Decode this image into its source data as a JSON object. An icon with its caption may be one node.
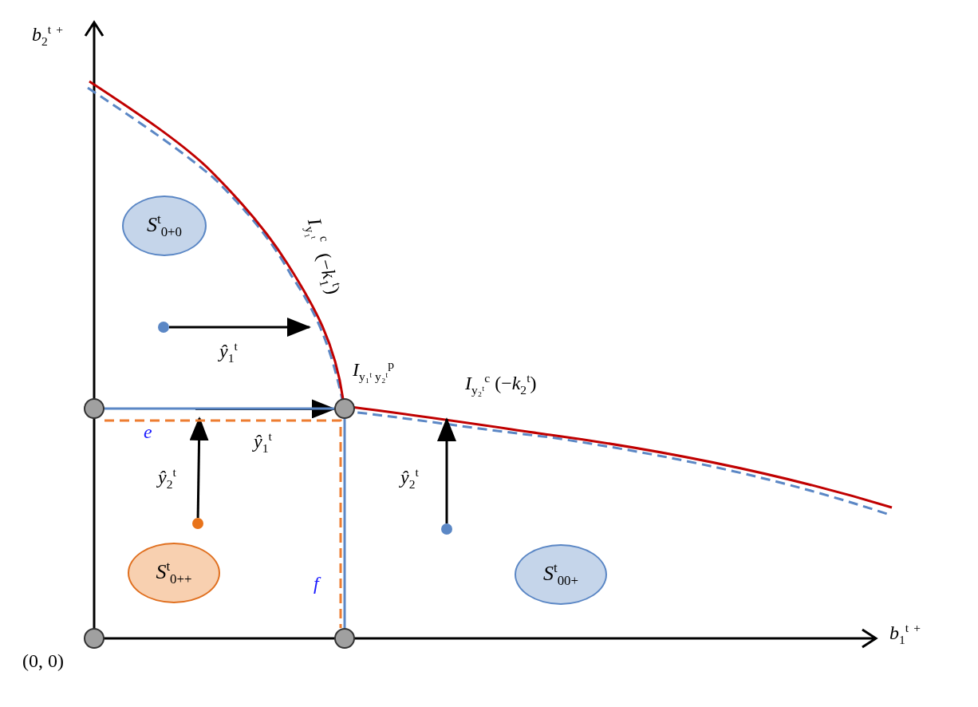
{
  "diagram": {
    "nodes": [
      {
        "text": [
          "*S*$^{t}$$_{0+0}$"
        ]
      },
      {
        "text": [],
        "shape": "circle"
      },
      {
        "text": [],
        "shape": "circle"
      },
      {
        "text": [],
        "shape": "circle"
      },
      {
        "text": [],
        "shape": "circle"
      },
      {
        "text": [],
        "shape": "circle"
      },
      {
        "text": [
          "*S*$^{t}$$_{0++}$"
        ]
      },
      {
        "text": [
          "*S*$^{t}$$_{00+}$"
        ]
      },
      {
        "text": [],
        "shape": "circle"
      },
      {
        "text": [],
        "shape": "circle"
      }
    ],
    "edges": [
      {
        "from": 1,
        "to": null,
        "arrow": "to"
      },
      {
        "from": null,
        "to": 3,
        "arrow": "to"
      },
      {
        "from": 4,
        "to": null,
        "arrow": "to"
      },
      {
        "from": 5,
        "to": null,
        "arrow": "to"
      },
      {
        "from": 2,
        "to": 3,
        "arrow": "none",
        "color": "#5b87c5"
      },
      {
        "from": 3,
        "to": 9,
        "arrow": "none",
        "color": "#5b87c5"
      },
      {
        "from": 2,
        "to": 9,
        "arrow": "none",
        "style": "dashed",
        "color": "#ed7d31"
      }
    ],
    "labels": [
      "*b*$_{2}$$^{t}$ $^{+}$",
      "*I*$_{y₁ᵗ}$$^{c}$ (−*k*$_{1}$$^{t}$)",
      "*ŷ*$_{1}$$^{t}$",
      "*I*$_{y₁ᵗ y₂ᵗ}$$^{p}$",
      "*I*$_{y₂ᵗ}$$^{c}$ (−*k*$_{2}$$^{t}$)",
      "*e*",
      "*ŷ*$_{1}$$^{t}$",
      "*ŷ*$_{2}$$^{t}$",
      "*ŷ*$_{2}$$^{t}$",
      "*f*",
      "*b*$_{1}$$^{t}$ $^{+}$",
      "(0, 0)"
    ]
  }
}
